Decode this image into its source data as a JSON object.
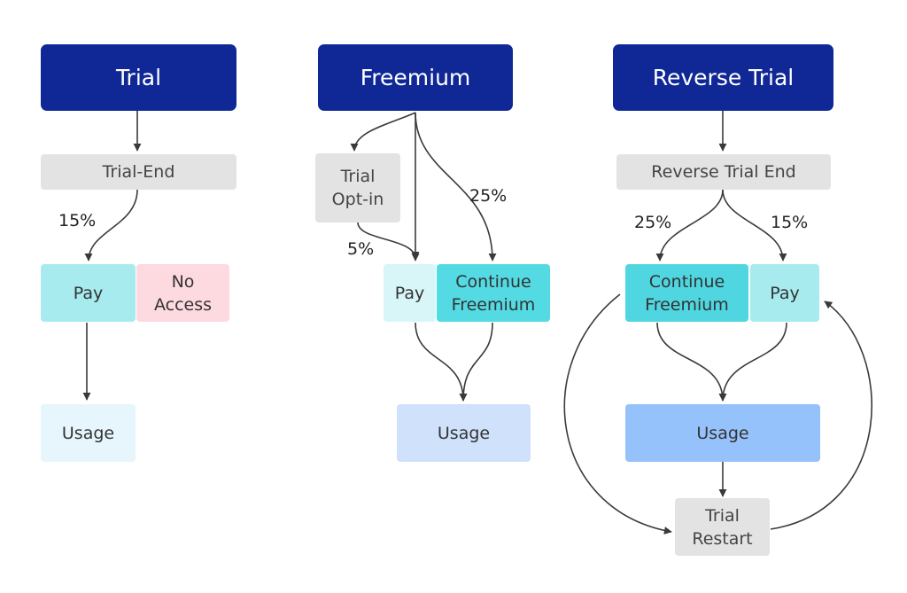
{
  "colors": {
    "header": "#0f2896",
    "gray_box": "#e3e3e3",
    "pay": "#a7ebef",
    "no_access": "#fdd9e0",
    "usage_light": "#e6f6fc",
    "usage_mid": "#cfe1fb",
    "usage_strong": "#96c2fb",
    "continue_freemium": "#4fd6e0",
    "arrow": "#3a3a3a"
  },
  "trial": {
    "title": "Trial",
    "end_label": "Trial-End",
    "pct_pay": "15%",
    "pay_label": "Pay",
    "no_access_label": "No\nAccess",
    "usage_label": "Usage"
  },
  "freemium": {
    "title": "Freemium",
    "trial_optin_label": "Trial\nOpt-in",
    "pct_optin_pay": "5%",
    "pct_continue": "25%",
    "pay_label": "Pay",
    "continue_label": "Continue\nFreemium",
    "usage_label": "Usage"
  },
  "reverse_trial": {
    "title": "Reverse Trial",
    "end_label": "Reverse Trial End",
    "pct_continue": "25%",
    "pct_pay": "15%",
    "continue_label": "Continue\nFreemium",
    "pay_label": "Pay",
    "usage_label": "Usage",
    "restart_label": "Trial\nRestart"
  }
}
